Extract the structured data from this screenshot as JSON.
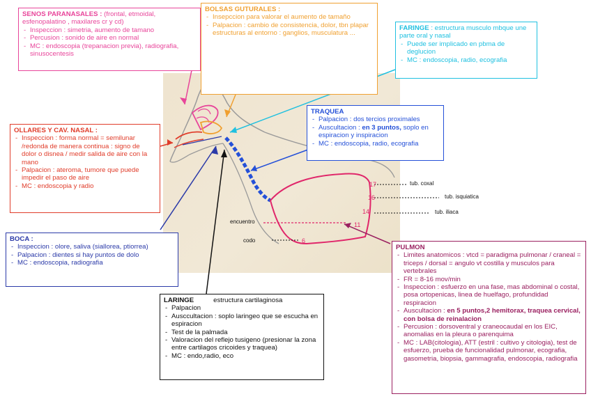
{
  "senos": {
    "title": "SENOS PARANASALES :",
    "desc": " (frontal, etmoidal, esfenopalatino , maxilares cr y cd)",
    "items": [
      "Inspeccion : simetria, aumento de tamano",
      "Percusion : sonido de aire en normal",
      "MC : endoscopia (trepanacion previa), radiografia, sinusocentesis"
    ]
  },
  "bolsas": {
    "title": "BOLSAS GUTURALES :",
    "items": [
      "Insepccion para valorar el aumento de tamaño",
      "Palpacion : cambio de consistencia, dolor, tbn plapar estructuras al entorno : ganglios, musculatura ..."
    ]
  },
  "faringe": {
    "title": "FARINGE",
    "desc": " : estructura musculo mbque une parte oral y nasal",
    "items": [
      "Puede ser implicado en pbma de deglucion",
      "MC : endoscopia, radio, ecografia"
    ]
  },
  "traquea": {
    "title": "TRAQUEA",
    "items": [
      "Palpacion : dos tercios proximales",
      "Auscultacion : ",
      "en 3 puntos,",
      " soplo en espiracion y inspiracion",
      "MC : endoscopia, radio, ecografia"
    ]
  },
  "ollares": {
    "title": "OLLARES Y CAV. NASAL :",
    "items": [
      "Inspeccion : forma normal = semilunar /redonda de manera continua : signo de dolor o disnea / medir salida de aire con la mano",
      "Palpacion : ateroma, tumore que puede impedir el paso de aire",
      "MC : endoscopia y radio"
    ]
  },
  "boca": {
    "title": "BOCA :",
    "items": [
      "Inspeccion : olore, saliva (siallorea, ptiorrea)",
      "Palpacion : dientes si hay puntos de dolo",
      "MC : endoscopia, radiografia"
    ]
  },
  "laringe": {
    "title": "LARINGE",
    "desc": "estructura cartilaginosa",
    "items": [
      "Palpacion",
      "Ausccultacion : soplo laringeo que se escucha en espiracion",
      "Test de la palmada",
      "Valoracion del reflejo tusigeno (presionar la zona entre cartilagos cricoides y traquea)",
      "MC : endo,radio, eco"
    ]
  },
  "pulmon": {
    "title": "PULMON",
    "items": [
      "Limites anatomicos : vtcd = paradigma pulmonar / craneal = triceps / dorsal = angulo vt costilla y musculos para vertebrales",
      "FR = 8-16 mov/min",
      "Inspeccion : esfuerzo en una fase, mas abdominal o costal, posa ortopenicas, linea de huelfago, profundidad respiracion",
      "Auscultacion : ",
      "en 5 puntos,2 hemitorax, traquea cervical, con bolsa de reinalacion",
      "Percusion : dorsoventral y craneocaudal en los EIC, anomalias en la pleura o parenquima",
      "MC : LAB(citologia), ATT (estril : cultivo y citologia), test de esfuerzo, prueba de funcionalidad pulmonar, ecografia, gasometria, biopsia, gammagrafia, endoscopia, radiografia"
    ]
  },
  "labels": {
    "tub_coxal": "tub. coxal",
    "tub_isquiatica": "tub. isquiatica",
    "tub_iliaca": "tub. iliaca",
    "encuentro": "encuentro",
    "codo": "codo",
    "n17": "17",
    "n16": "16",
    "n14": "14",
    "n11": "11",
    "n6": "6"
  },
  "colors": {
    "senos": "#e8459a",
    "bolsas": "#f0a030",
    "faringe": "#1fc0e0",
    "traquea": "#2450d8",
    "ollares": "#e03c2a",
    "boca": "#2b3aa8",
    "laringe": "#111111",
    "pulmon": "#9a2060"
  }
}
